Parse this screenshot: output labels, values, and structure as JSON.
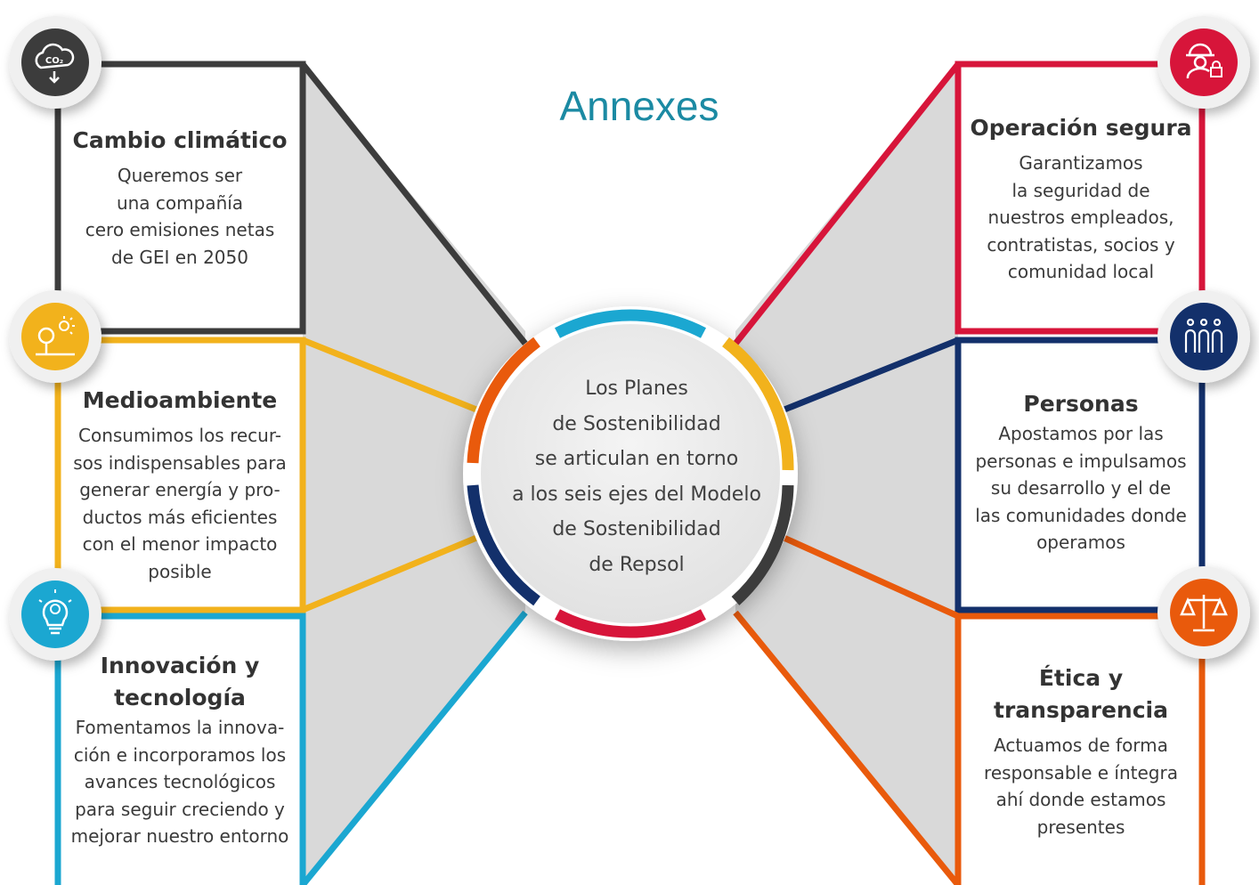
{
  "title": "Annexes",
  "center": {
    "lines": [
      "Los Planes",
      "de Sostenibilidad",
      "se articulan en torno",
      "a los seis ejes del Modelo",
      "de Sostenibilidad",
      "de Repsol"
    ]
  },
  "cards": [
    {
      "title_lines": [
        "Cambio climático"
      ],
      "body_lines": [
        "Queremos ser",
        "una compañía",
        "cero emisiones netas",
        "de GEI en 2050"
      ],
      "color": "#3c3c3c",
      "icon": "co2-cloud-icon"
    },
    {
      "title_lines": [
        "Medioambiente"
      ],
      "body_lines": [
        "Consumimos los recur-",
        "sos indispensables para",
        "generar energía y pro-",
        "ductos más eficientes",
        "con el menor impacto",
        "posible"
      ],
      "color": "#f2b21c",
      "icon": "tree-sun-icon"
    },
    {
      "title_lines": [
        "Innovación y",
        "tecnología"
      ],
      "body_lines": [
        "Fomentamos la innova-",
        "ción e incorporamos los",
        "avances tecnológicos",
        "para seguir creciendo y",
        "mejorar nuestro entorno"
      ],
      "color": "#1ba7d1",
      "icon": "lightbulb-gear-icon"
    },
    {
      "title_lines": [
        "Operación segura"
      ],
      "body_lines": [
        "Garantizamos",
        "la seguridad de",
        "nuestros empleados,",
        "contratistas, socios y",
        "comunidad local"
      ],
      "color": "#d7153a",
      "icon": "worker-lock-icon"
    },
    {
      "title_lines": [
        "Personas"
      ],
      "body_lines": [
        "Apostamos por las",
        "personas e impulsamos",
        "su desarrollo y el de",
        "las comunidades donde",
        "operamos"
      ],
      "color": "#13306b",
      "icon": "people-icon"
    },
    {
      "title_lines": [
        "Ética y",
        "transparencia"
      ],
      "body_lines": [
        "Actuamos de forma",
        "responsable e íntegra",
        "ahí donde estamos",
        "presentes"
      ],
      "color": "#e95a0c",
      "icon": "scales-icon"
    }
  ]
}
